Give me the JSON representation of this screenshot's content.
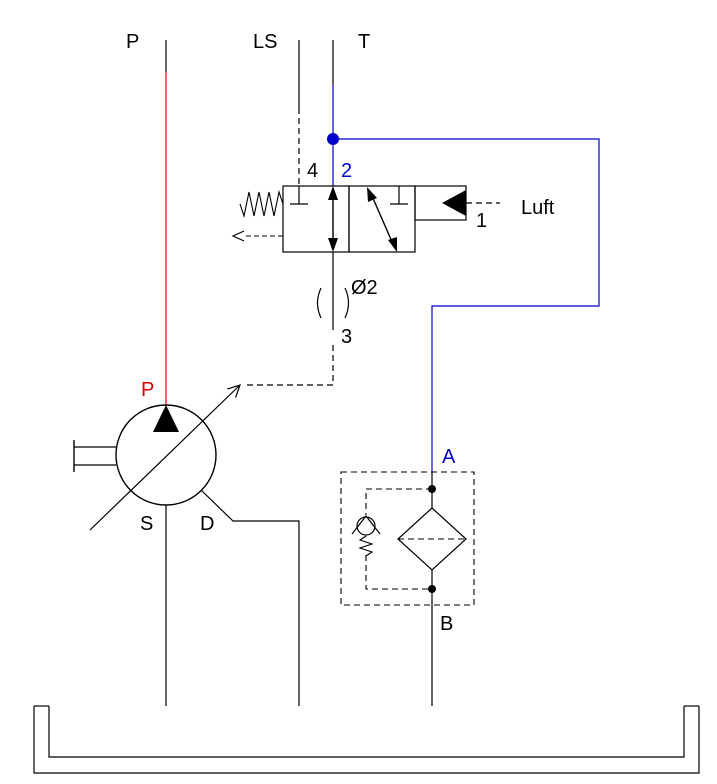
{
  "labels": {
    "port_p_top": "P",
    "port_ls": "LS",
    "port_t": "T",
    "valve_port_4": "4",
    "valve_port_2": "2",
    "valve_port_1": "1",
    "air_label": "Luft",
    "orifice_size": "Ø2",
    "orifice_port_3": "3",
    "pump_port_p": "P",
    "pump_port_s": "S",
    "pump_port_d": "D",
    "filter_port_a": "A",
    "filter_port_b": "B"
  },
  "colors": {
    "line": "#000000",
    "pressure_line": "#e00000",
    "return_line": "#0000cc",
    "pressure_label": "#e00000",
    "return_label": "#0000cc"
  },
  "icons": {
    "pump": "variable-displacement-pump-icon",
    "valve": "directional-valve-icon",
    "filter": "filter-with-bypass-icon",
    "tank": "tank-icon"
  }
}
